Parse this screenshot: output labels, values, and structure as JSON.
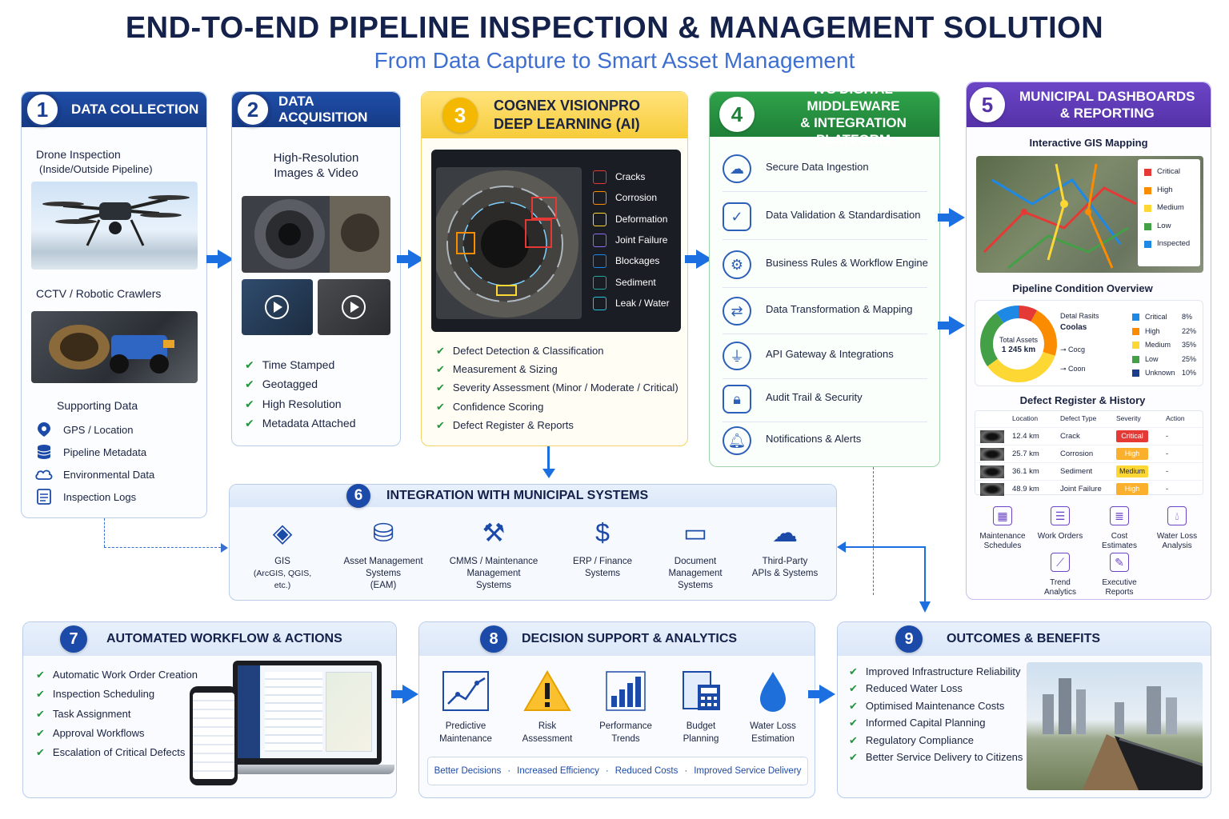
{
  "title": "END-TO-END PIPELINE INSPECTION & MANAGEMENT SOLUTION",
  "subtitle": "From Data Capture to Smart Asset Management",
  "s1": {
    "num": "1",
    "title": "DATA COLLECTION",
    "drone_label": "Drone Inspection",
    "drone_sub": "(Inside/Outside Pipeline)",
    "cctv_label": "CCTV / Robotic Crawlers",
    "support_title": "Supporting Data",
    "support_items": [
      "GPS / Location",
      "Pipeline Metadata",
      "Environmental Data",
      "Inspection Logs"
    ]
  },
  "s2": {
    "num": "2",
    "title": "DATA ACQUISITION",
    "hires_1": "High-Resolution",
    "hires_2": "Images & Video",
    "checks": [
      "Time Stamped",
      "Geotagged",
      "High Resolution",
      "Metadata Attached"
    ]
  },
  "s3": {
    "num": "3",
    "title_1": "COGNEX VISIONPRO",
    "title_2": "DEEP LEARNING (AI)",
    "defects": [
      "Cracks",
      "Corrosion",
      "Deformation",
      "Joint Failure",
      "Blockages",
      "Sediment",
      "Leak / Water"
    ],
    "defect_colors": [
      "#e53935",
      "#fb8c00",
      "#fdd835",
      "#8e6cf0",
      "#1e88e5",
      "#26a69a",
      "#26c6da"
    ],
    "checks": [
      "Defect Detection & Classification",
      "Measurement & Sizing",
      "Severity Assessment (Minor / Moderate / Critical)",
      "Confidence Scoring",
      "Defect Register & Reports"
    ]
  },
  "s4": {
    "num": "4",
    "title_1": "IVS DIGITAL MIDDLEWARE",
    "title_2": "& INTEGRATION PLATFORM",
    "items": [
      "Secure Data Ingestion",
      "Data Validation & Standardisation",
      "Business Rules & Workflow Engine",
      "Data Transformation & Mapping",
      "API Gateway & Integrations",
      "Audit Trail & Security",
      "Notifications & Alerts"
    ]
  },
  "s5": {
    "num": "5",
    "title_1": "MUNICIPAL DASHBOARDS",
    "title_2": "& REPORTING",
    "gis_title": "Interactive GIS Mapping",
    "gis_legend": [
      "Critical",
      "High",
      "Medium",
      "Low",
      "Inspected"
    ],
    "legend_colors": [
      "#e53935",
      "#fb8c00",
      "#fdd835",
      "#43a047",
      "#1e88e5"
    ],
    "overview_title": "Pipeline Condition Overview",
    "donut_center_1": "Total Assets",
    "donut_center_2": "1 245 km",
    "mini_head_1": "Detal Rasits",
    "mini_head_2": "Coolas",
    "mini_row_1": "Cocg",
    "mini_row_2": "Coon",
    "condition_labels": [
      "Critical",
      "High",
      "Medium",
      "Low",
      "Unknown"
    ],
    "condition_values": [
      "8%",
      "22%",
      "35%",
      "25%",
      "10%"
    ],
    "condition_colors": [
      "#1e88e5",
      "#fb8c00",
      "#fdd835",
      "#43a047",
      "#1a3e8c"
    ],
    "register_title": "Defect Register & History",
    "register_headers": [
      "Location",
      "Defect Type",
      "Severity",
      "Action"
    ],
    "register_rows": [
      {
        "loc": "12.4 km",
        "type": "Crack",
        "sev": "Critical",
        "act": "-"
      },
      {
        "loc": "25.7 km",
        "type": "Corrosion",
        "sev": "High",
        "act": "-"
      },
      {
        "loc": "36.1 km",
        "type": "Sediment",
        "sev": "Medium",
        "act": "-"
      },
      {
        "loc": "48.9 km",
        "type": "Joint Failure",
        "sev": "High",
        "act": "-"
      }
    ],
    "tiles": [
      {
        "l1": "Maintenance",
        "l2": "Schedules"
      },
      {
        "l1": "Work Orders",
        "l2": ""
      },
      {
        "l1": "Cost",
        "l2": "Estimates"
      },
      {
        "l1": "Water Loss",
        "l2": "Analysis"
      },
      {
        "l1": "Trend",
        "l2": "Analytics"
      },
      {
        "l1": "Executive",
        "l2": "Reports"
      }
    ]
  },
  "s6": {
    "num": "6",
    "title": "INTEGRATION WITH MUNICIPAL SYSTEMS",
    "systems": [
      {
        "l1": "GIS",
        "l2": "(ArcGIS, QGIS,",
        "l3": "etc.)"
      },
      {
        "l1": "Asset Management",
        "l2": "Systems",
        "l3": "(EAM)"
      },
      {
        "l1": "CMMS / Maintenance",
        "l2": "Management",
        "l3": "Systems"
      },
      {
        "l1": "ERP / Finance",
        "l2": "Systems",
        "l3": ""
      },
      {
        "l1": "Document",
        "l2": "Management",
        "l3": "Systems"
      },
      {
        "l1": "Third-Party",
        "l2": "APIs & Systems",
        "l3": ""
      }
    ]
  },
  "s7": {
    "num": "7",
    "title": "AUTOMATED WORKFLOW & ACTIONS",
    "checks": [
      "Automatic Work Order Creation",
      "Inspection Scheduling",
      "Task Assignment",
      "Approval Workflows",
      "Escalation of Critical Defects"
    ]
  },
  "s8": {
    "num": "8",
    "title": "DECISION SUPPORT & ANALYTICS",
    "tiles": [
      {
        "l1": "Predictive",
        "l2": "Maintenance"
      },
      {
        "l1": "Risk",
        "l2": "Assessment"
      },
      {
        "l1": "Performance",
        "l2": "Trends"
      },
      {
        "l1": "Budget",
        "l2": "Planning"
      },
      {
        "l1": "Water Loss",
        "l2": "Estimation"
      }
    ],
    "benefits": [
      "Better Decisions",
      "Increased Efficiency",
      "Reduced Costs",
      "Improved Service Delivery"
    ]
  },
  "s9": {
    "num": "9",
    "title": "OUTCOMES & BENEFITS",
    "checks": [
      "Improved Infrastructure Reliability",
      "Reduced Water Loss",
      "Optimised Maintenance Costs",
      "Informed Capital Planning",
      "Regulatory Compliance",
      "Better Service Delivery to Citizens"
    ]
  },
  "colors": {
    "navy": "#163b86",
    "accent": "#3d6fd0",
    "check": "#22963d",
    "arrow": "#1b6fe0"
  }
}
